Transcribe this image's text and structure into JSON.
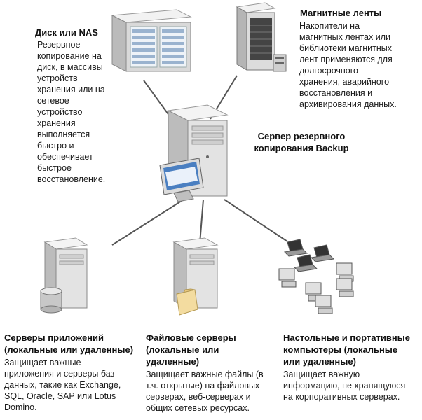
{
  "nodes": {
    "disk_nas": {
      "title": "Диск или NAS",
      "desc_lines": [
        "Резервное",
        "копирование на",
        "диск, в массивы",
        "устройств",
        "хранения или на",
        "сетевое",
        "устройство",
        "хранения",
        "выполняется",
        "быстро и",
        "обеспечивает",
        "быстрое",
        "восстановление."
      ]
    },
    "tape": {
      "title": "Магнитные ленты",
      "desc_lines": [
        "Накопители на",
        "магнитных лентах или",
        "библиотеки магнитных",
        "лент применяются для",
        "долгосрочного",
        "хранения, аварийного",
        "восстановления и",
        "архивирования данных."
      ]
    },
    "backup_server": {
      "title_lines": [
        "Сервер резервного",
        "копирования Backup"
      ]
    },
    "app_servers": {
      "title_lines": [
        "Серверы приложений",
        "(локальные или удаленные)"
      ],
      "desc_lines": [
        "Защищает важные",
        "приложения и серверы баз",
        "данных, такие как Exchange,",
        "SQL, Oracle, SAP или Lotus",
        "Domino."
      ]
    },
    "file_servers": {
      "title_lines": [
        "Файловые серверы",
        "(локальные или",
        "удаленные)"
      ],
      "desc_lines": [
        "Защищает важные файлы (в",
        "т.ч. открытые) на файловых",
        "серверах, веб-серверах и",
        "общих сетевых ресурсах."
      ]
    },
    "desktops": {
      "title_lines": [
        "Настольные и портативные",
        "компьютеры (локальные",
        "или удаленные)"
      ],
      "desc_lines": [
        "Защищает важную",
        "информацию, не хранящуюся",
        "на корпоративных серверах."
      ]
    }
  },
  "colors": {
    "line": "#555555",
    "server_body": "#e6e6e6",
    "server_shade": "#bdbdbd",
    "accent_blue": "#4a7fc1",
    "folder": "#f3dca0"
  }
}
